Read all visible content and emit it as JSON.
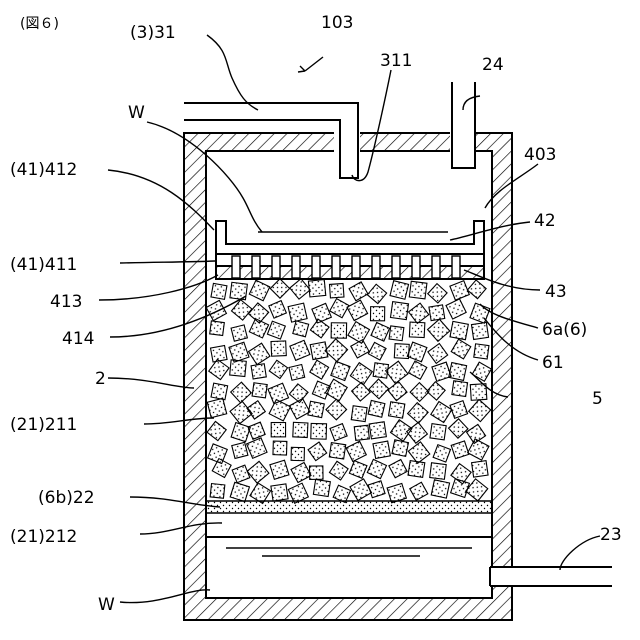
{
  "figure": {
    "caption": "(図６)",
    "labels": {
      "assembly": "103",
      "pipe_31": "(3)31",
      "outlet_311": "311",
      "pipe_24": "24",
      "water_top": "W",
      "n403": "403",
      "n412": "(41)412",
      "n42": "42",
      "n411": "(41)411",
      "n413": "413",
      "n43": "43",
      "n414": "414",
      "n6a": "6a(6)",
      "n61": "61",
      "n2": "2",
      "n5": "5",
      "n211": "(21)211",
      "n22": "(6b)22",
      "n212": "(21)212",
      "n23": "23",
      "water_bottom": "W"
    }
  }
}
